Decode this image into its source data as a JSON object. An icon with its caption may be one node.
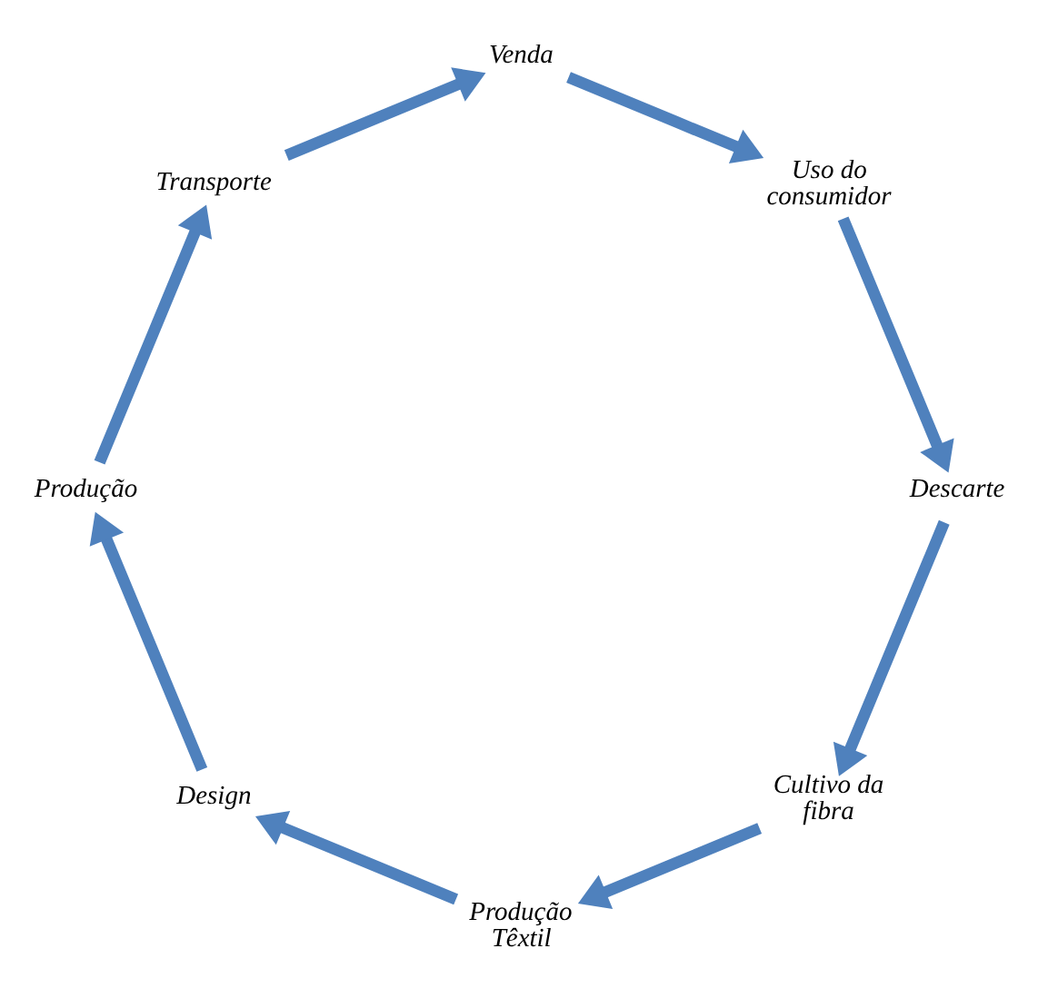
{
  "diagram": {
    "nodes": [
      {
        "text": [
          "Cultivo da fibra"
        ]
      },
      {
        "text": [
          "Produção Têxtil"
        ]
      },
      {
        "text": [
          "Design"
        ]
      },
      {
        "text": [
          "Produção"
        ]
      },
      {
        "text": [
          "Transporte"
        ]
      },
      {
        "text": [
          "Venda"
        ]
      },
      {
        "text": [
          "Uso do consumidor"
        ]
      },
      {
        "text": [
          "Descarte"
        ]
      }
    ],
    "edges": [
      {
        "from": 7,
        "to": 0,
        "arrow": "to"
      },
      {
        "from": 0,
        "to": 1,
        "arrow": "to"
      },
      {
        "from": 1,
        "to": 2,
        "arrow": "to"
      },
      {
        "from": 2,
        "to": 3,
        "arrow": "to"
      },
      {
        "from": 3,
        "to": 4,
        "arrow": "to"
      },
      {
        "from": 4,
        "to": 5,
        "arrow": "to"
      },
      {
        "from": 5,
        "to": 6,
        "arrow": "to"
      },
      {
        "from": 6,
        "to": 7,
        "arrow": "to"
      }
    ]
  }
}
